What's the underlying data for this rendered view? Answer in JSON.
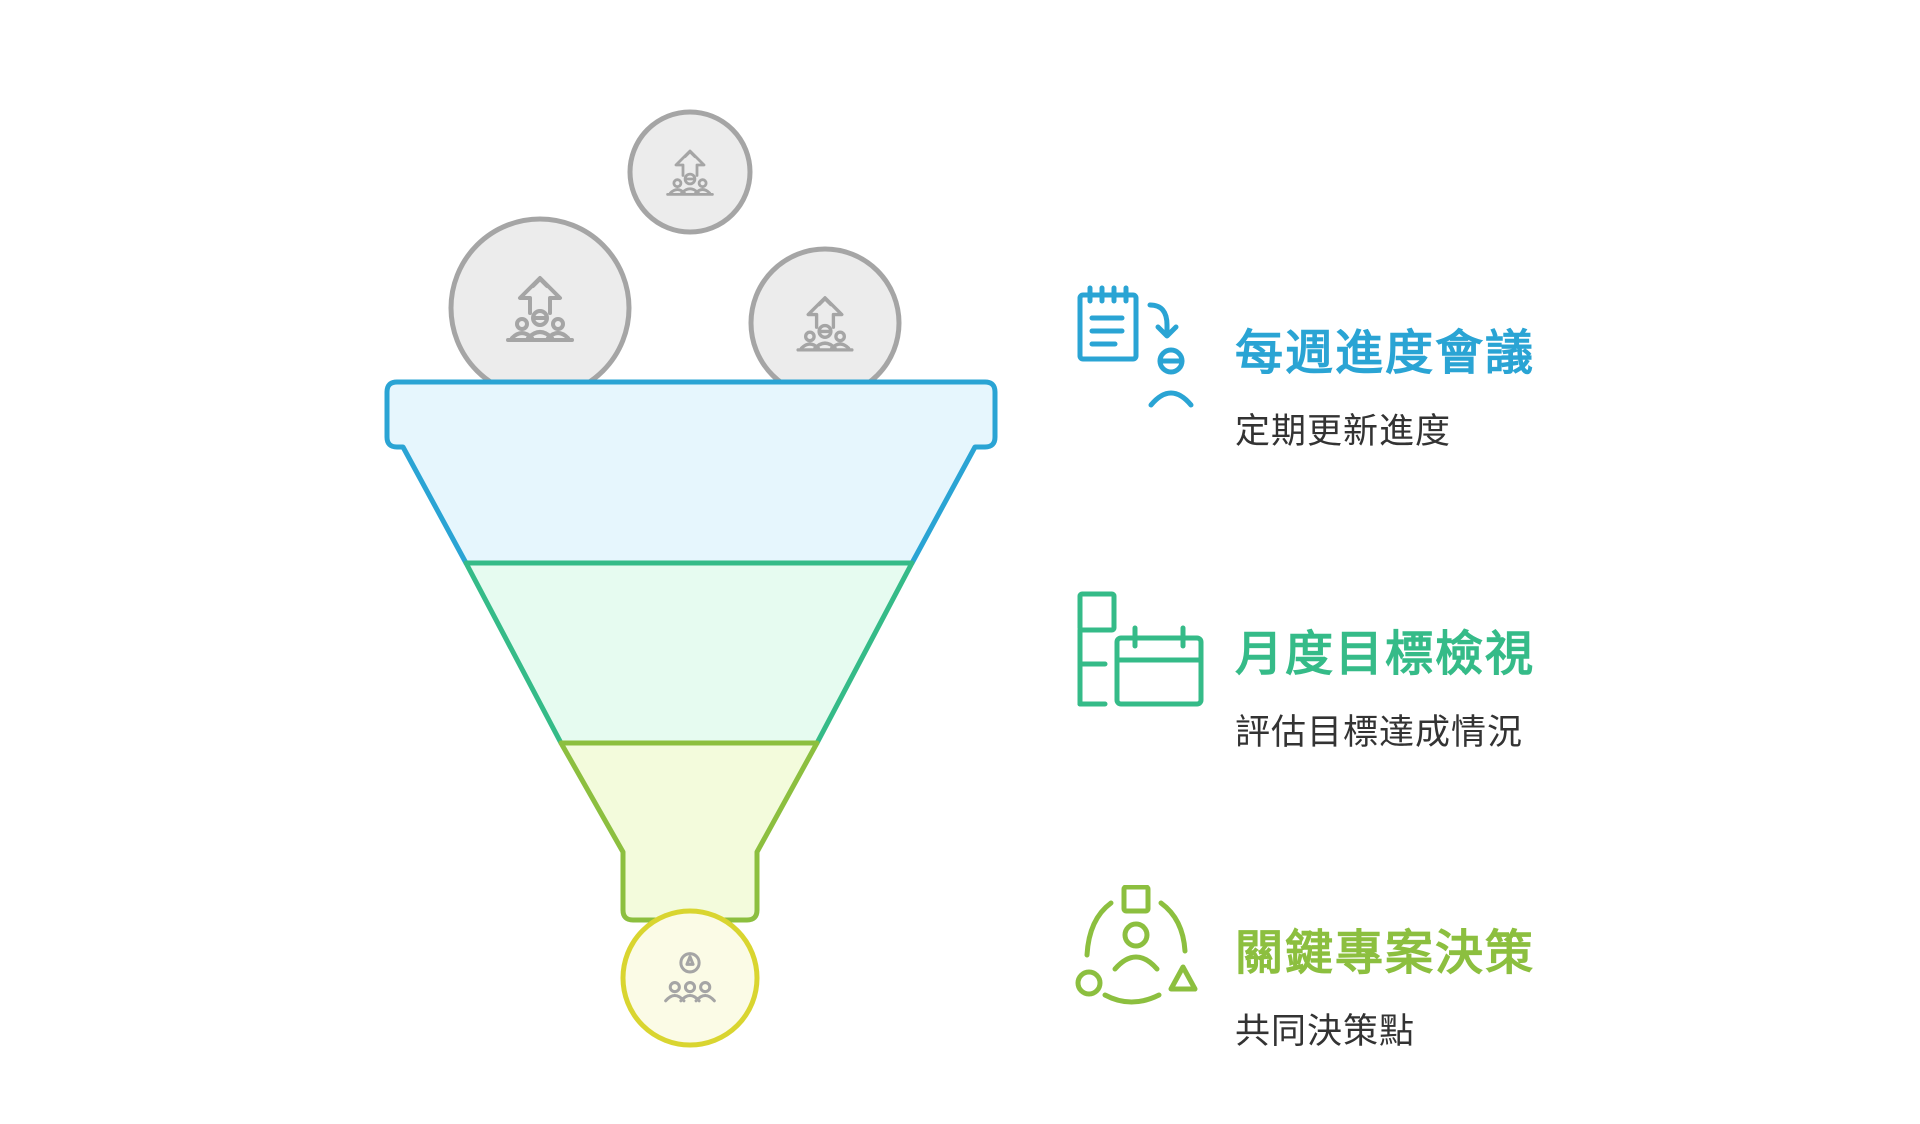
{
  "colors": {
    "blue": "#2aa4d4",
    "teal": "#35bb88",
    "green": "#8cbf3f",
    "yellow": "#d9d530",
    "gray": "#a5a5a5",
    "desc": "#333333"
  },
  "funnel": {
    "layers": [
      {
        "fill": "#e6f6fd",
        "stroke": "#2aa4d4"
      },
      {
        "fill": "#e6fbf0",
        "stroke": "#35bb88"
      },
      {
        "fill": "#f3fbdc",
        "stroke": "#8cbf3f"
      }
    ],
    "inputs": [
      {
        "icon": "team-growth-icon",
        "color": "#a5a5a5"
      },
      {
        "icon": "team-growth-icon",
        "color": "#a5a5a5"
      },
      {
        "icon": "team-growth-icon",
        "color": "#a5a5a5"
      }
    ],
    "output": {
      "icon": "team-decision-icon",
      "fill": "#fbfbe6",
      "stroke": "#d9d530"
    }
  },
  "items": [
    {
      "title": "每週進度會議",
      "description": "定期更新進度",
      "icon": "checklist-person-icon",
      "color": "#2aa4d4"
    },
    {
      "title": "月度目標檢視",
      "description": "評估目標達成情況",
      "icon": "calendar-blocks-icon",
      "color": "#35bb88"
    },
    {
      "title": "關鍵專案決策",
      "description": "共同決策點",
      "icon": "shapes-person-icon",
      "color": "#8cbf3f"
    }
  ]
}
